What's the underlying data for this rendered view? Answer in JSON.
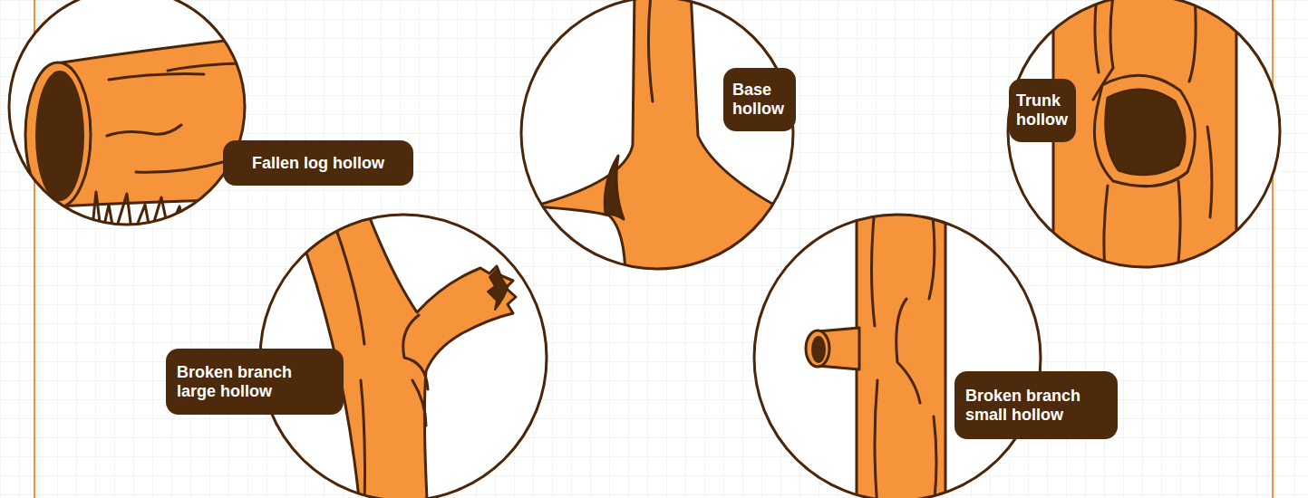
{
  "diagram": {
    "nodes": [
      {
        "text": [
          "Fallen log hollow"
        ]
      },
      {
        "text": [
          "Base hollow"
        ]
      },
      {
        "text": [
          "Trunk hollow"
        ]
      },
      {
        "text": [
          "Broken branch large hollow"
        ]
      },
      {
        "text": [
          "Broken branch small hollow"
        ]
      }
    ]
  }
}
